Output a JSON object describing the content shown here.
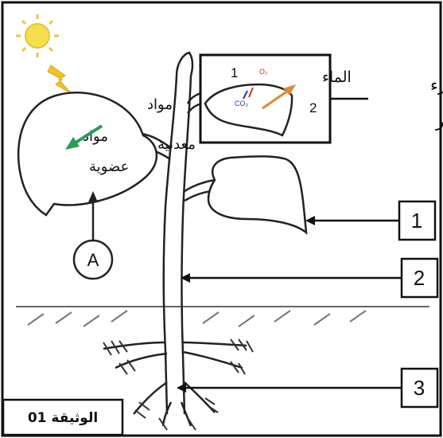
{
  "document": {
    "label": "الوثيقة 01"
  },
  "leaf_left": {
    "mineral_line1": "مواد",
    "mineral_line2": "معدنية",
    "organic_line1": "مواد",
    "organic_line2": "عضوية"
  },
  "marker_a": "A",
  "inset": {
    "label_1": "1",
    "label_2": "2",
    "water_label": "الماء",
    "o2_label": "O₂",
    "co2_label": "CO₂"
  },
  "framed_part": {
    "line1": "الجزء",
    "line2": "المؤطر"
  },
  "numbered_labels": [
    "1",
    "2",
    "3"
  ],
  "colors": {
    "sun_core": "#f4e04d",
    "sun_rays": "#e8c840",
    "lightning": "#f2c12e",
    "arrow_green": "#2e9a5a",
    "arrow_orange": "#d9893a",
    "co2_blue": "#2a3d9a",
    "o2_red": "#c0392b"
  }
}
